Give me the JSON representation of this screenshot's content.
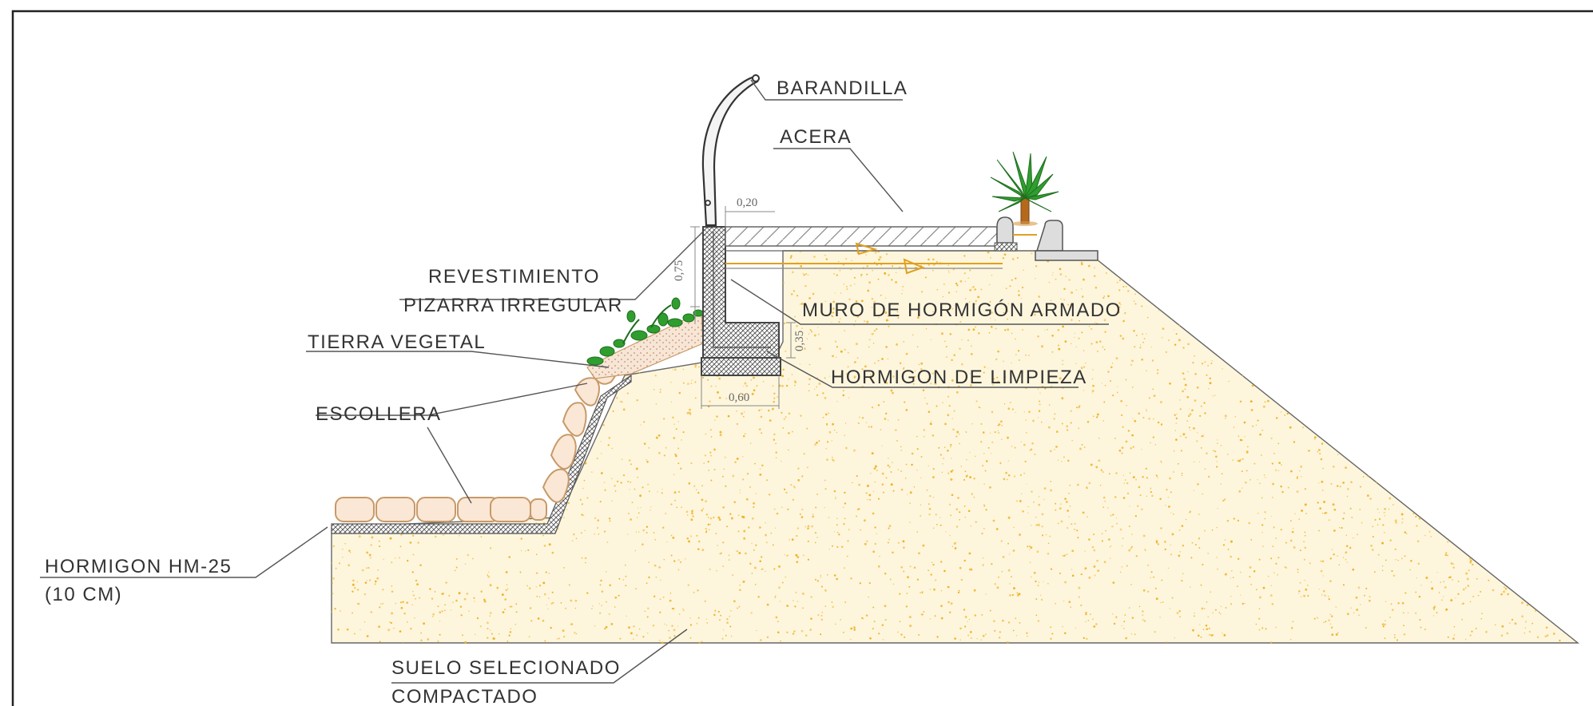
{
  "labels": {
    "barandilla": "BARANDILLA",
    "acera": "ACERA",
    "revestimiento": "REVESTIMIENTO",
    "pizarra": "PIZARRA IRREGULAR",
    "muro": "MURO DE HORMIGÓN ARMADO",
    "tierra_vegetal": "TIERRA VEGETAL",
    "hormigon_limpieza": "HORMIGON DE LIMPIEZA",
    "escollera": "ESCOLLERA",
    "hormigon_hm25": "HORMIGON HM-25",
    "hormigon_hm25_sub": "(10 CM)",
    "suelo": "SUELO SELECIONADO",
    "compactado": "COMPACTADO"
  },
  "dimensions": {
    "d020": "0,20",
    "d075": "0,75",
    "d035": "0,35",
    "d060": "0,60"
  },
  "colors": {
    "soil_fill": "#fdf6dd",
    "soil_dots": "#f0b020",
    "concrete": "#6e6e6e",
    "stone_outline": "#c79a68",
    "vegetation": "#2f9e2f",
    "palm_trunk": "#b5691c",
    "frame": "#222222"
  }
}
